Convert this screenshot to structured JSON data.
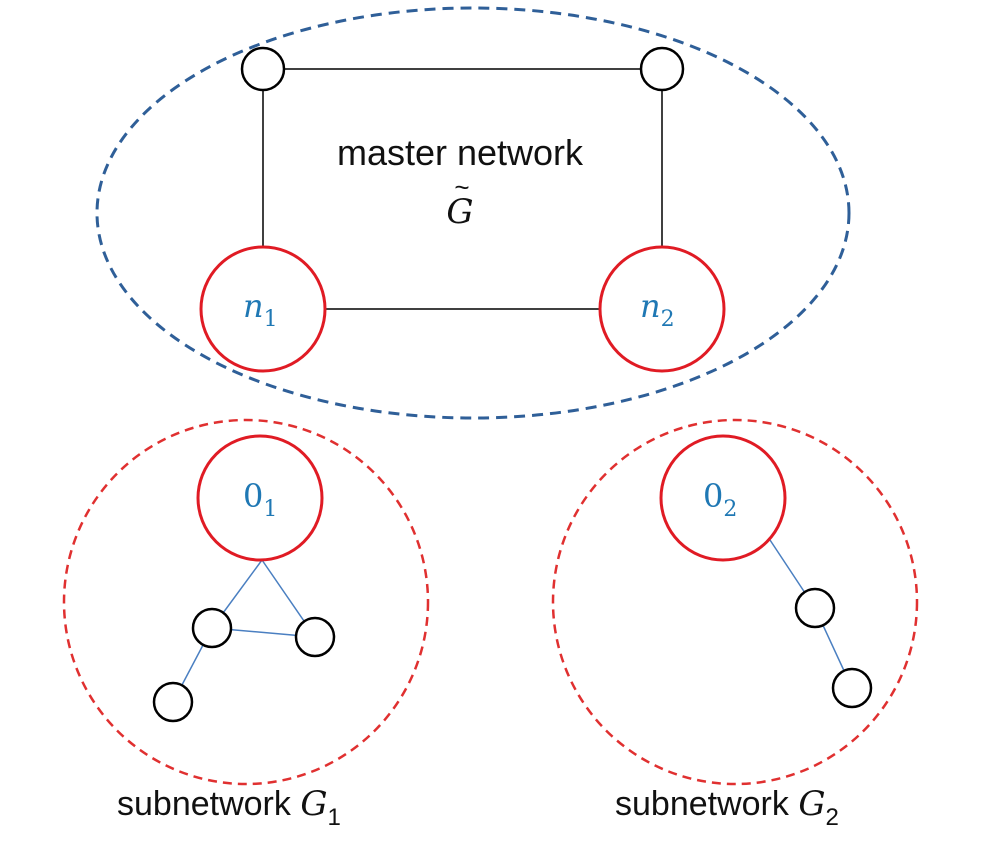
{
  "master": {
    "label": "master network",
    "symbol": "G",
    "tilde": "~",
    "node1": {
      "main": "n",
      "sub": "1"
    },
    "node2": {
      "main": "n",
      "sub": "2"
    }
  },
  "sub1": {
    "label": "subnetwork ",
    "symbol": "G",
    "sub": "1",
    "root": {
      "main": "0",
      "sub": "1"
    }
  },
  "sub2": {
    "label": "subnetwork ",
    "symbol": "G",
    "sub": "2",
    "root": {
      "main": "0",
      "sub": "2"
    }
  },
  "colors": {
    "master_ellipse": "#2f5f98",
    "sub_circle": "#e03030",
    "gateway_node": "#e01b24",
    "node_label": "#1f78b4",
    "sub_edge": "#4a7fc1",
    "edge": "#000000"
  }
}
